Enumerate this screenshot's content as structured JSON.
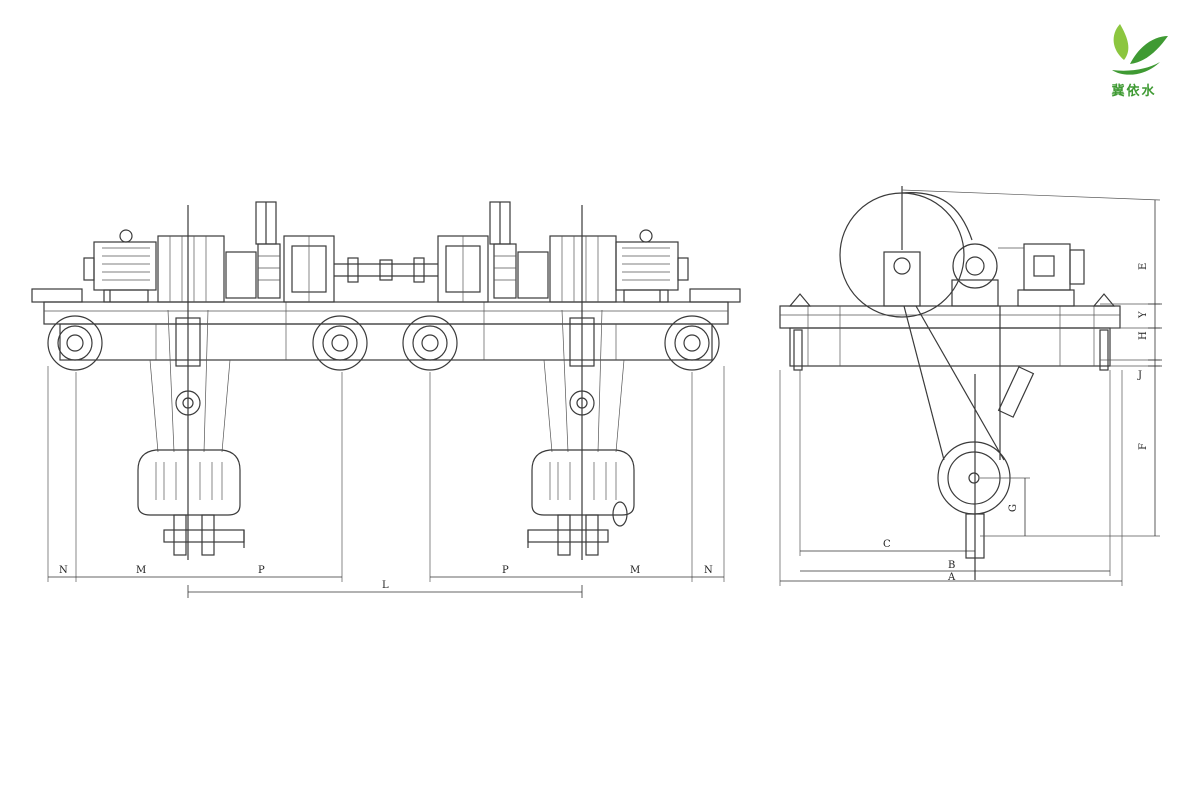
{
  "logo": {
    "text": "冀依水",
    "color": "#3f9a33",
    "accent": "#8cc63f"
  },
  "front_view": {
    "dimensions": {
      "n_left": "N",
      "m_left": "M",
      "p_left": "P",
      "l": "L",
      "p_right": "P",
      "m_right": "M",
      "n_right": "N"
    }
  },
  "side_view": {
    "dimensions": {
      "e": "E",
      "y": "Y",
      "h": "H",
      "j": "J",
      "f": "F",
      "g": "G",
      "c": "C",
      "b": "B",
      "a": "A"
    }
  }
}
